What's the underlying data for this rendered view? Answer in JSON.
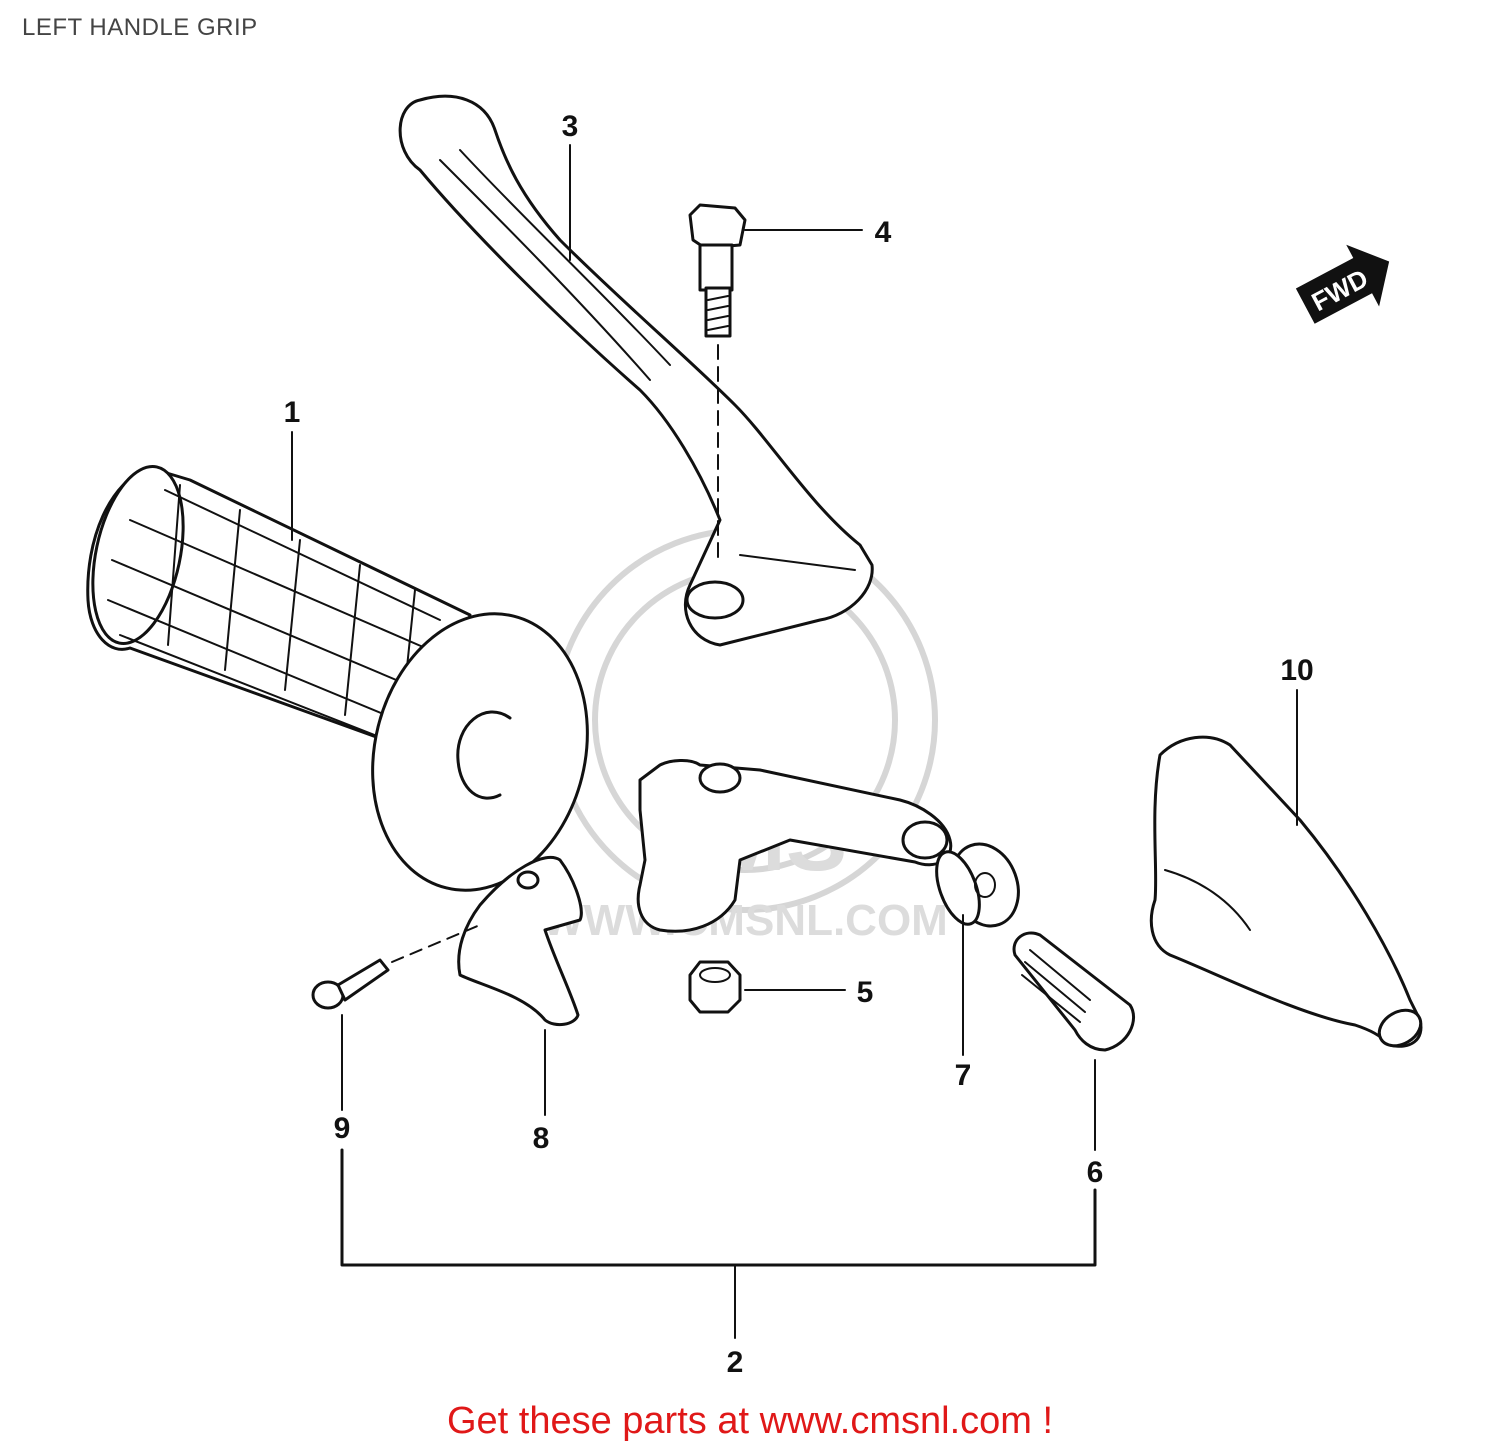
{
  "title": "LEFT HANDLE GRIP",
  "direction_badge": "FWD",
  "watermark": {
    "brand": "CMS",
    "url": "WWW.CMSNL.COM"
  },
  "callouts": [
    "1",
    "2",
    "3",
    "4",
    "5",
    "6",
    "7",
    "8",
    "9",
    "10"
  ],
  "footer": "Get these parts at www.cmsnl.com !"
}
